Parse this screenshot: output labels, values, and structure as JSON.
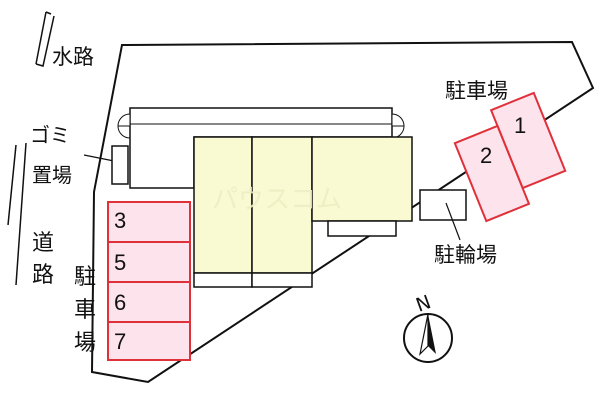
{
  "labels": {
    "waterway": "水路",
    "garbage_line1": "ゴミ",
    "garbage_line2": "置場",
    "road_char1": "道",
    "road_char2": "路",
    "parking_top": "駐車場",
    "parking_left_char1": "駐",
    "parking_left_char2": "車",
    "parking_left_char3": "場",
    "bicycle_parking": "駐輪場",
    "compass_north": "N"
  },
  "watermark": "パウスコム",
  "parking_spaces": {
    "top": [
      "1",
      "2"
    ],
    "left": [
      "3",
      "5",
      "6",
      "7"
    ]
  },
  "colors": {
    "parking_fill": "#fde3ec",
    "parking_stroke": "#e0303a",
    "building_fill": "#fafad2",
    "line": "#111111"
  }
}
